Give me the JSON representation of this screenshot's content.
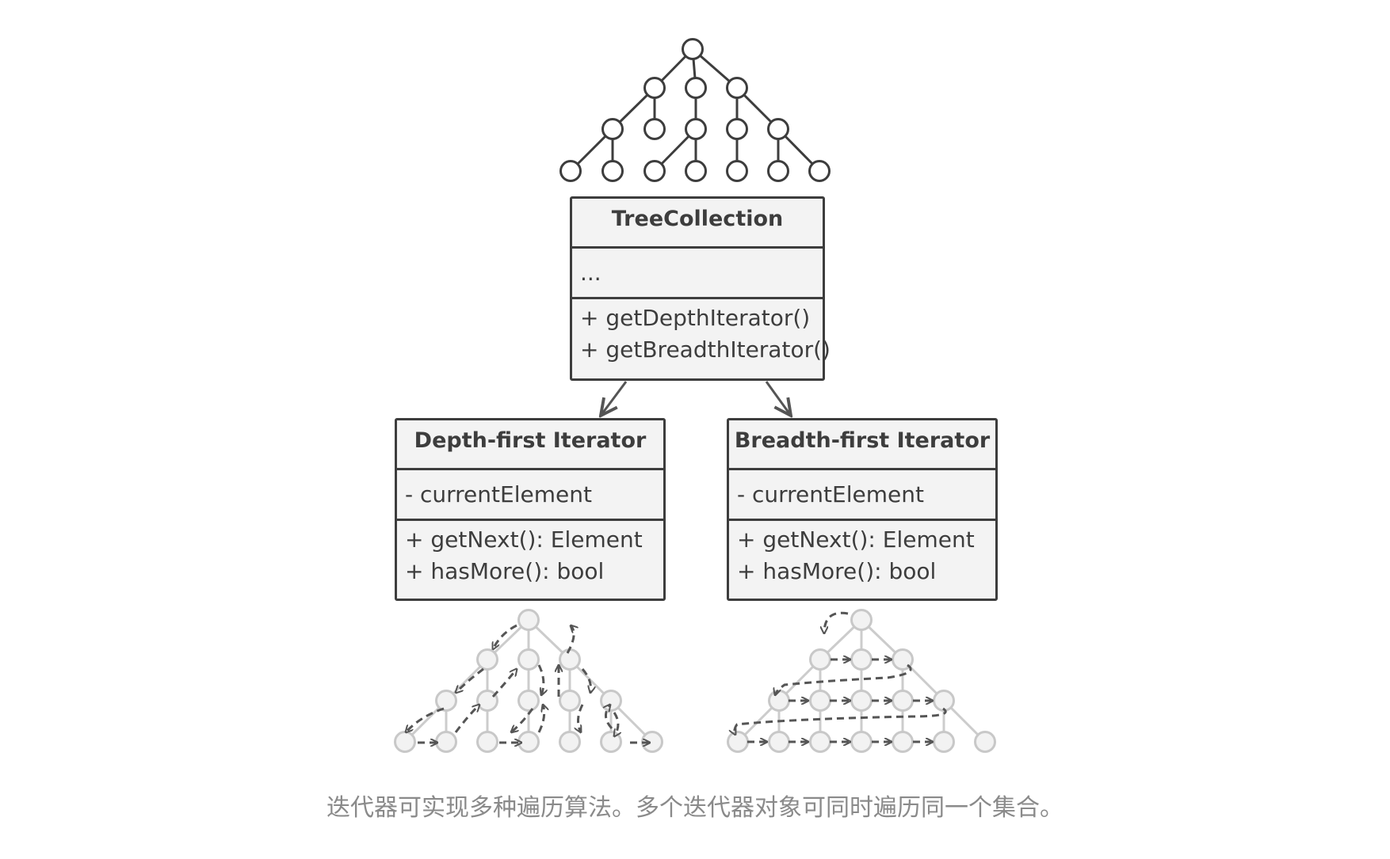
{
  "collection": {
    "title": "TreeCollection",
    "fields": [
      "..."
    ],
    "methods": [
      "+ getDepthIterator()",
      "+ getBreadthIterator()"
    ]
  },
  "depth_iterator": {
    "title": "Depth-first Iterator",
    "fields": [
      "- currentElement"
    ],
    "methods": [
      "+ getNext(): Element",
      "+ hasMore(): bool"
    ]
  },
  "breadth_iterator": {
    "title": "Breadth-first Iterator",
    "fields": [
      "- currentElement"
    ],
    "methods": [
      "+ getNext(): Element",
      "+ hasMore(): bool"
    ]
  },
  "caption": "迭代器可实现多种遍历算法。多个迭代器对象可同时遍历同一个集合。",
  "colors": {
    "stroke": "#3d3d3d",
    "box_fill": "#f3f3f3",
    "faded_node": "#c8c8c8",
    "faded_fill": "#f0f0f0",
    "arrow": "#555555",
    "caption": "#8a8a8a"
  }
}
